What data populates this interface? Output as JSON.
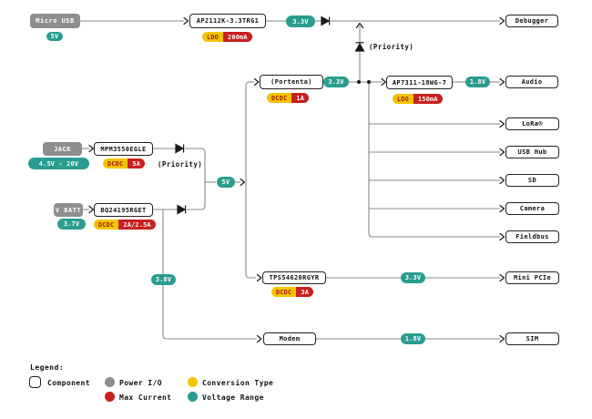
{
  "palette": {
    "teal": "#2a9d8f",
    "gray": "#8e8e8e",
    "yellow": "#f2c500",
    "red": "#c8201e",
    "wire": "#888888",
    "ink": "#111111"
  },
  "nodes": {
    "micro_usb": {
      "label": "Micro USB",
      "voltage": "5V"
    },
    "ap2112k": {
      "label": "AP2112K-3.3TRG1",
      "conversion": "LDO",
      "max_current": "200mA",
      "output": "3.3V"
    },
    "debugger": {
      "label": "Debugger"
    },
    "priority_top": {
      "label": "(Priority)"
    },
    "portenta": {
      "label": "(Portenta)",
      "conversion": "DCDC",
      "max_current": "1A",
      "output": "3.3V"
    },
    "ap7311": {
      "label": "AP7311-18WG-7",
      "conversion": "LDO",
      "max_current": "150mA",
      "output": "1.8V"
    },
    "audio": {
      "label": "Audio"
    },
    "lora": {
      "label": "LoRa®"
    },
    "usb_hub": {
      "label": "USB Hub"
    },
    "sd": {
      "label": "SD"
    },
    "camera": {
      "label": "Camera"
    },
    "fieldbus": {
      "label": "Fieldbus"
    },
    "jack": {
      "label": "JACK",
      "voltage": "4.5V - 20V"
    },
    "mpm3550": {
      "label": "MPM3550EGLE",
      "conversion": "DCDC",
      "max_current": "5A"
    },
    "priority_mid": {
      "label": "(Priority)"
    },
    "v_batt": {
      "label": "V BATT",
      "voltage": "3.7V"
    },
    "bq24195": {
      "label": "BQ24195RGET",
      "conversion": "DCDC",
      "max_current": "2A/2.5A"
    },
    "rail_5v": {
      "label": "5V"
    },
    "rail_3v8": {
      "label": "3.8V"
    },
    "tps54620": {
      "label": "TPS54620RGYR",
      "conversion": "DCDC",
      "max_current": "3A",
      "output": "3.3V"
    },
    "mini_pcie": {
      "label": "Mini PCIe"
    },
    "modem": {
      "label": "Modem",
      "output": "1.8V"
    },
    "sim": {
      "label": "SIM"
    }
  },
  "legend": {
    "title": "Legend:",
    "component": "Component",
    "power_io": "Power I/O",
    "conversion_type": "Conversion Type",
    "max_current": "Max Current",
    "voltage_range": "Voltage Range"
  }
}
